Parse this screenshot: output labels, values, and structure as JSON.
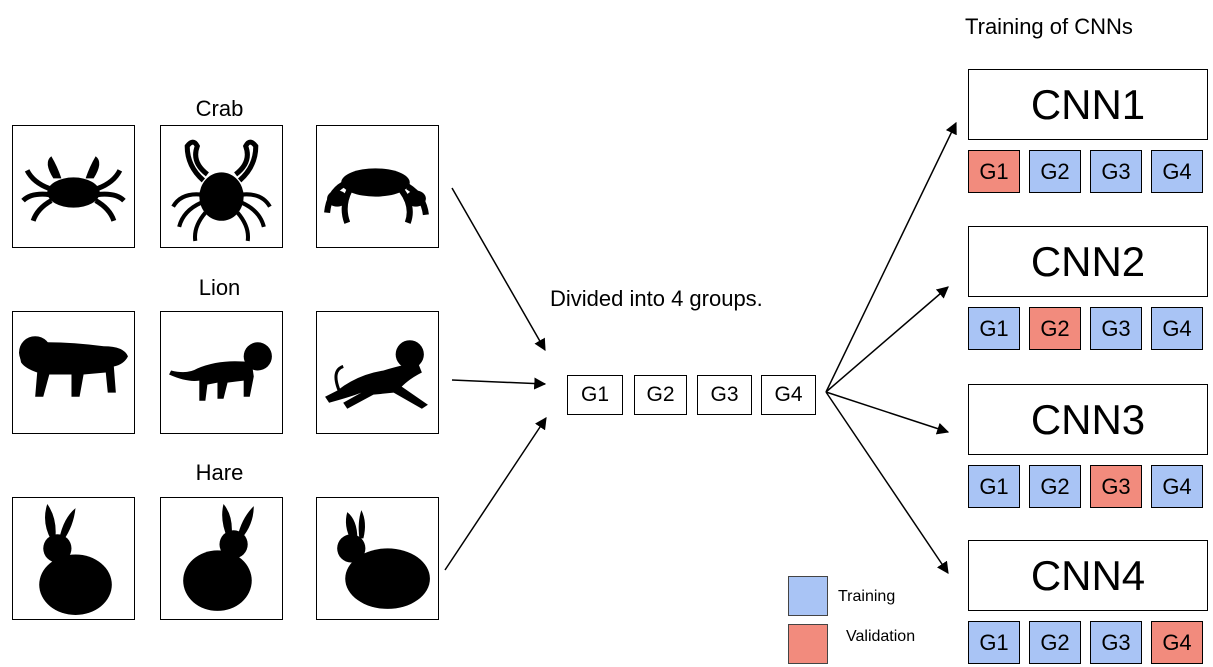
{
  "header": {
    "training_title": "Training of CNNs"
  },
  "categories": [
    {
      "name": "Crab",
      "images": [
        "crab-icon",
        "crab-icon",
        "crab-icon"
      ]
    },
    {
      "name": "Lion",
      "images": [
        "lion-icon",
        "lion-icon",
        "lion-icon"
      ]
    },
    {
      "name": "Hare",
      "images": [
        "hare-icon",
        "hare-icon",
        "hare-icon"
      ]
    }
  ],
  "split": {
    "label": "Divided into 4 groups.",
    "groups": [
      "G1",
      "G2",
      "G3",
      "G4"
    ]
  },
  "models": [
    {
      "name": "CNN1",
      "groups": [
        "G1",
        "G2",
        "G3",
        "G4"
      ],
      "validation": "G1"
    },
    {
      "name": "CNN2",
      "groups": [
        "G1",
        "G2",
        "G3",
        "G4"
      ],
      "validation": "G2"
    },
    {
      "name": "CNN3",
      "groups": [
        "G1",
        "G2",
        "G3",
        "G4"
      ],
      "validation": "G3"
    },
    {
      "name": "CNN4",
      "groups": [
        "G1",
        "G2",
        "G3",
        "G4"
      ],
      "validation": "G4"
    }
  ],
  "legend": {
    "training_label": "Training",
    "validation_label": "Validation",
    "training_color": "#a9c4f5",
    "validation_color": "#f28b7d"
  }
}
